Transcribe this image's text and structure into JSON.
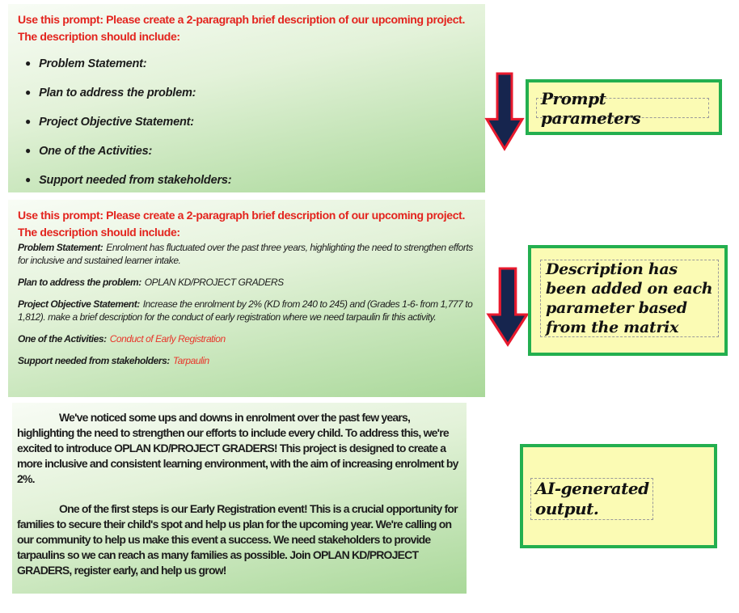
{
  "colors": {
    "header_red": "#e3241e",
    "value_red": "#e8362b",
    "panel_gradient_top": "#f8fcf5",
    "panel_gradient_bottom": "#a9d899",
    "callout_bg": "#fbfbb4",
    "callout_border_green": "#23af4f",
    "arrow_fill_navy": "#16254e",
    "arrow_outline_red": "#e8192d",
    "dashed_border_gray": "#9a9a9a"
  },
  "panel_prompt": {
    "header": "Use this prompt: Please create a 2-paragraph brief description of our upcoming project. The description should include:",
    "bullets": [
      "Problem Statement:",
      "Plan to address the problem:",
      "Project Objective Statement:",
      "One of the Activities:",
      "Support needed from stakeholders:"
    ]
  },
  "panel_filled": {
    "header": "Use this prompt: Please create a 2-paragraph brief description of our upcoming project. The description should include:",
    "items": [
      {
        "label": "Problem Statement:",
        "value": "Enrolment has fluctuated over the past three years, highlighting the need to strengthen efforts for inclusive and sustained learner intake."
      },
      {
        "label": "Plan to address the problem:",
        "value": "OPLAN KD/PROJECT GRADERS"
      },
      {
        "label": "Project Objective Statement:",
        "value": "Increase the enrolment by 2% (KD from 240 to 245) and (Grades 1-6- from 1,777 to 1,812). make a brief description for the conduct of early registration where we need tarpaulin fir this activity."
      },
      {
        "label": "One of the Activities:",
        "value": "Conduct of Early Registration"
      },
      {
        "label": "Support needed from stakeholders:",
        "value": "Tarpaulin"
      }
    ]
  },
  "panel_output": {
    "paragraphs": [
      "We've noticed some ups and downs in enrolment over the past few years, highlighting the need to strengthen our efforts to include every child. To address this, we're excited to introduce OPLAN KD/PROJECT GRADERS! This project is designed to create a more inclusive and consistent learning environment, with the aim of increasing enrolment by 2%.",
      "One of the first steps is our Early Registration event! This is a crucial opportunity for families to secure their child's spot and help us plan for the upcoming year. We're calling on our community to help us make this event a success. We need stakeholders to provide tarpaulins so we can reach as many families as possible. Join OPLAN KD/PROJECT GRADERS, register early, and help us grow!"
    ]
  },
  "callouts": {
    "prompt_parameters": "Prompt parameters",
    "description_added": "Description has been added on each parameter based from the matrix",
    "ai_output": "AI-generated output."
  }
}
